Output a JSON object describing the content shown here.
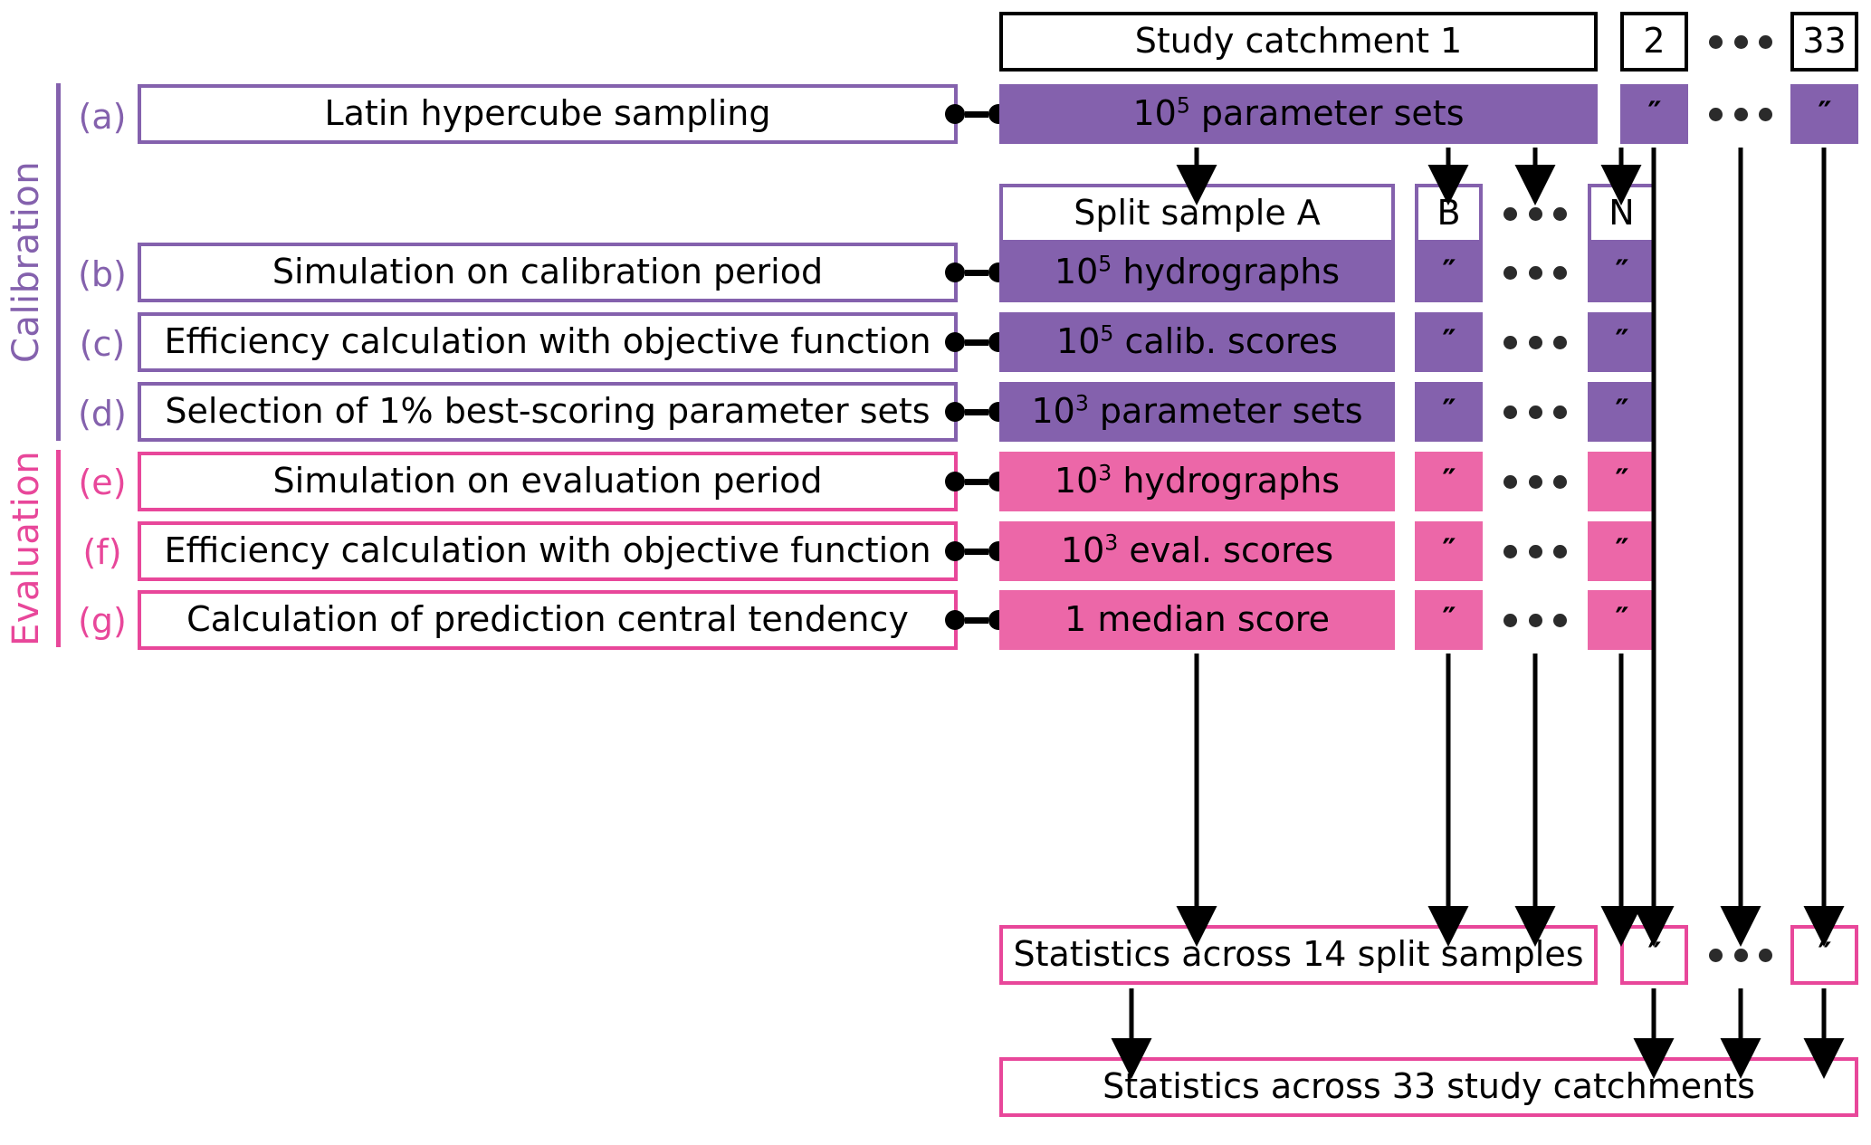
{
  "groups": [
    {
      "id": "calibration",
      "label": "Calibration",
      "color": "#8461AD"
    },
    {
      "id": "evaluation",
      "label": "Evaluation",
      "color": "#E8479A"
    }
  ],
  "catchment_headers": {
    "first": "Study catchment 1",
    "second": "2",
    "last": "33",
    "ellipsis": "• • •"
  },
  "split_samples": {
    "first": "Split sample A",
    "second": "B",
    "last": "N"
  },
  "ditto": "″",
  "steps": [
    {
      "tag": "(a)",
      "group": "calibration",
      "action": "Latin hypercube sampling",
      "output": "10",
      "output_exp": "5",
      "output_rest": " parameter sets"
    },
    {
      "tag": "(b)",
      "group": "calibration",
      "action": "Simulation on calibration period",
      "output": "10",
      "output_exp": "5",
      "output_rest": " hydrographs"
    },
    {
      "tag": "(c)",
      "group": "calibration",
      "action": "Efficiency calculation with objective function",
      "output": "10",
      "output_exp": "5",
      "output_rest": " calib. scores"
    },
    {
      "tag": "(d)",
      "group": "calibration",
      "action": "Selection of 1% best-scoring parameter sets",
      "output": "10",
      "output_exp": "3",
      "output_rest": " parameter sets"
    },
    {
      "tag": "(e)",
      "group": "evaluation",
      "action": "Simulation on evaluation period",
      "output": "10",
      "output_exp": "3",
      "output_rest": " hydrographs"
    },
    {
      "tag": "(f)",
      "group": "evaluation",
      "action": "Efficiency calculation with objective function",
      "output": "10",
      "output_exp": "3",
      "output_rest": " eval. scores"
    },
    {
      "tag": "(g)",
      "group": "evaluation",
      "action": "Calculation of prediction central tendency",
      "output": "1",
      "output_exp": "",
      "output_rest": " median score"
    }
  ],
  "summaries": {
    "split_samples_stats": "Statistics across 14 split samples",
    "catchments_stats": "Statistics across 33 study catchments"
  },
  "colors": {
    "purple_fill": "#8461AD",
    "pink_fill": "#EC67A8",
    "purple_line": "#8461AD",
    "pink_line": "#E8479A",
    "black": "#000000"
  }
}
